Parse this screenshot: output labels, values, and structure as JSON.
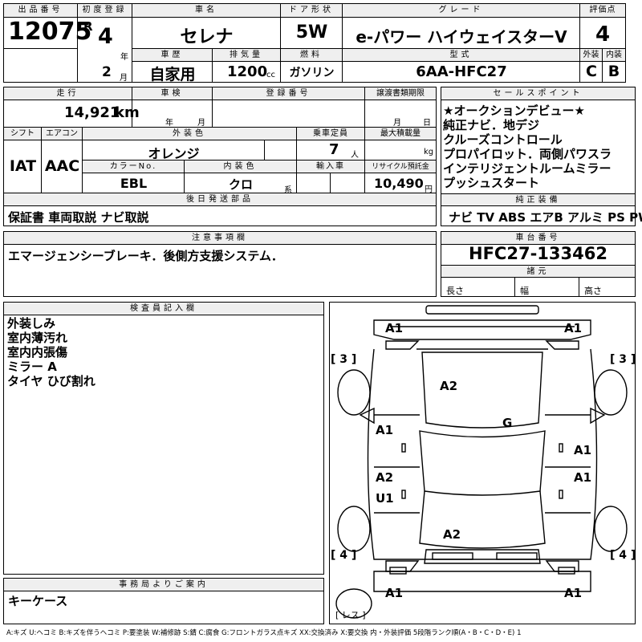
{
  "header": {
    "lot_number_label": "出品番号",
    "lot_number": "12075",
    "first_reg_label": "初度登録",
    "era_mark": "R",
    "first_reg_year": "4",
    "year_unit": "年",
    "first_reg_month": "2",
    "month_unit": "月",
    "car_name_label": "車名",
    "car_name": "セレナ",
    "door_label": "ドア形状",
    "door": "5W",
    "grade_label": "グレード",
    "grade": "e-パワー ハイウェイスターV",
    "score_label": "評価点",
    "score": "4",
    "history_label": "車歴",
    "history": "自家用",
    "displacement_label": "排気量",
    "displacement": "1200",
    "displacement_unit": "cc",
    "fuel_label": "燃料",
    "fuel": "ガソリン",
    "model_label": "型式",
    "model": "6AA-HFC27",
    "exterior_label": "外装",
    "exterior": "C",
    "interior_label": "内装",
    "interior": "B"
  },
  "specs": {
    "mileage_label": "走行",
    "mileage": "14,921",
    "mileage_unit": "km",
    "inspection_label": "車検",
    "inspection_year_unit": "年",
    "inspection_month_unit": "月",
    "registration_label": "登録番号",
    "transfer_label": "譲渡書類期限",
    "transfer_month_unit": "月",
    "transfer_day_unit": "日",
    "shift_label": "シフト",
    "shift": "IAT",
    "aircon_label": "エアコン",
    "aircon": "AAC",
    "ext_color_label": "外装色",
    "ext_color": "オレンジ",
    "capacity_label": "乗車定員",
    "capacity": "7",
    "capacity_unit": "人",
    "max_load_label": "最大積載量",
    "max_load_unit": "kg",
    "color_no_label": "カラーNo.",
    "color_no": "EBL",
    "int_color_label": "内装色",
    "int_color": "クロ",
    "int_color_unit": "系",
    "import_label": "輸入車",
    "recycle_label": "リサイクル預託金",
    "recycle": "10,490",
    "recycle_unit": "円",
    "later_label": "後日発送部品",
    "later": "保証書 車両取説 ナビ取説"
  },
  "sales": {
    "label": "セールスポイント",
    "items": [
      "★オークションデビュー★",
      "純正ナビ．地デジ",
      "クルーズコントロール",
      "プロパイロット．両側パワスラ",
      "インテリジェントルームミラー",
      "プッシュスタート"
    ]
  },
  "equipment": {
    "label": "純正装備",
    "value": "ナビ TV ABS エアB アルミ PS PW"
  },
  "notes": {
    "label": "注意事項欄",
    "value": "エマージェンシーブレーキ．後側方支援システム．"
  },
  "chassis": {
    "label": "車台番号",
    "value": "HFC27-133462",
    "dims_label": "諸元",
    "length_label": "長さ",
    "width_label": "幅",
    "height_label": "高さ"
  },
  "inspector": {
    "label": "検査員記入欄",
    "items": [
      "外装しみ",
      "室内薄汚れ",
      "室内内張傷",
      "ミラー A",
      "タイヤ ひび割れ"
    ]
  },
  "office": {
    "label": "事務局よりご案内",
    "value": "キーケース"
  },
  "diagram": {
    "marks": {
      "fl_corner": "A1",
      "fr_corner": "A1",
      "tire_fl": "[ 3 ]",
      "tire_fr": "[ 3 ]",
      "hood": "A2",
      "glass": "G",
      "left_front_door": "A1",
      "right_front_door": "A1",
      "right_rear_door": "A1",
      "left_rear_door_a": "A2",
      "left_rear_door_u": "U1",
      "rear_area": "A2",
      "tire_rl": "[ 4 ]",
      "tire_rr": "[ 4 ]",
      "rl_corner": "A1",
      "rr_corner": "A1",
      "spare": "[ レス ]"
    }
  },
  "legend": "A:キズ U:ヘコミ B:キズを伴うヘコミ P:要塗装 W:補修跡 S:錆 C:腐食 G:フロントガラス点キズ XX:交換済み X:要交換 内・外装評価 5段階ランク順(A・B・C・D・E) 1"
}
